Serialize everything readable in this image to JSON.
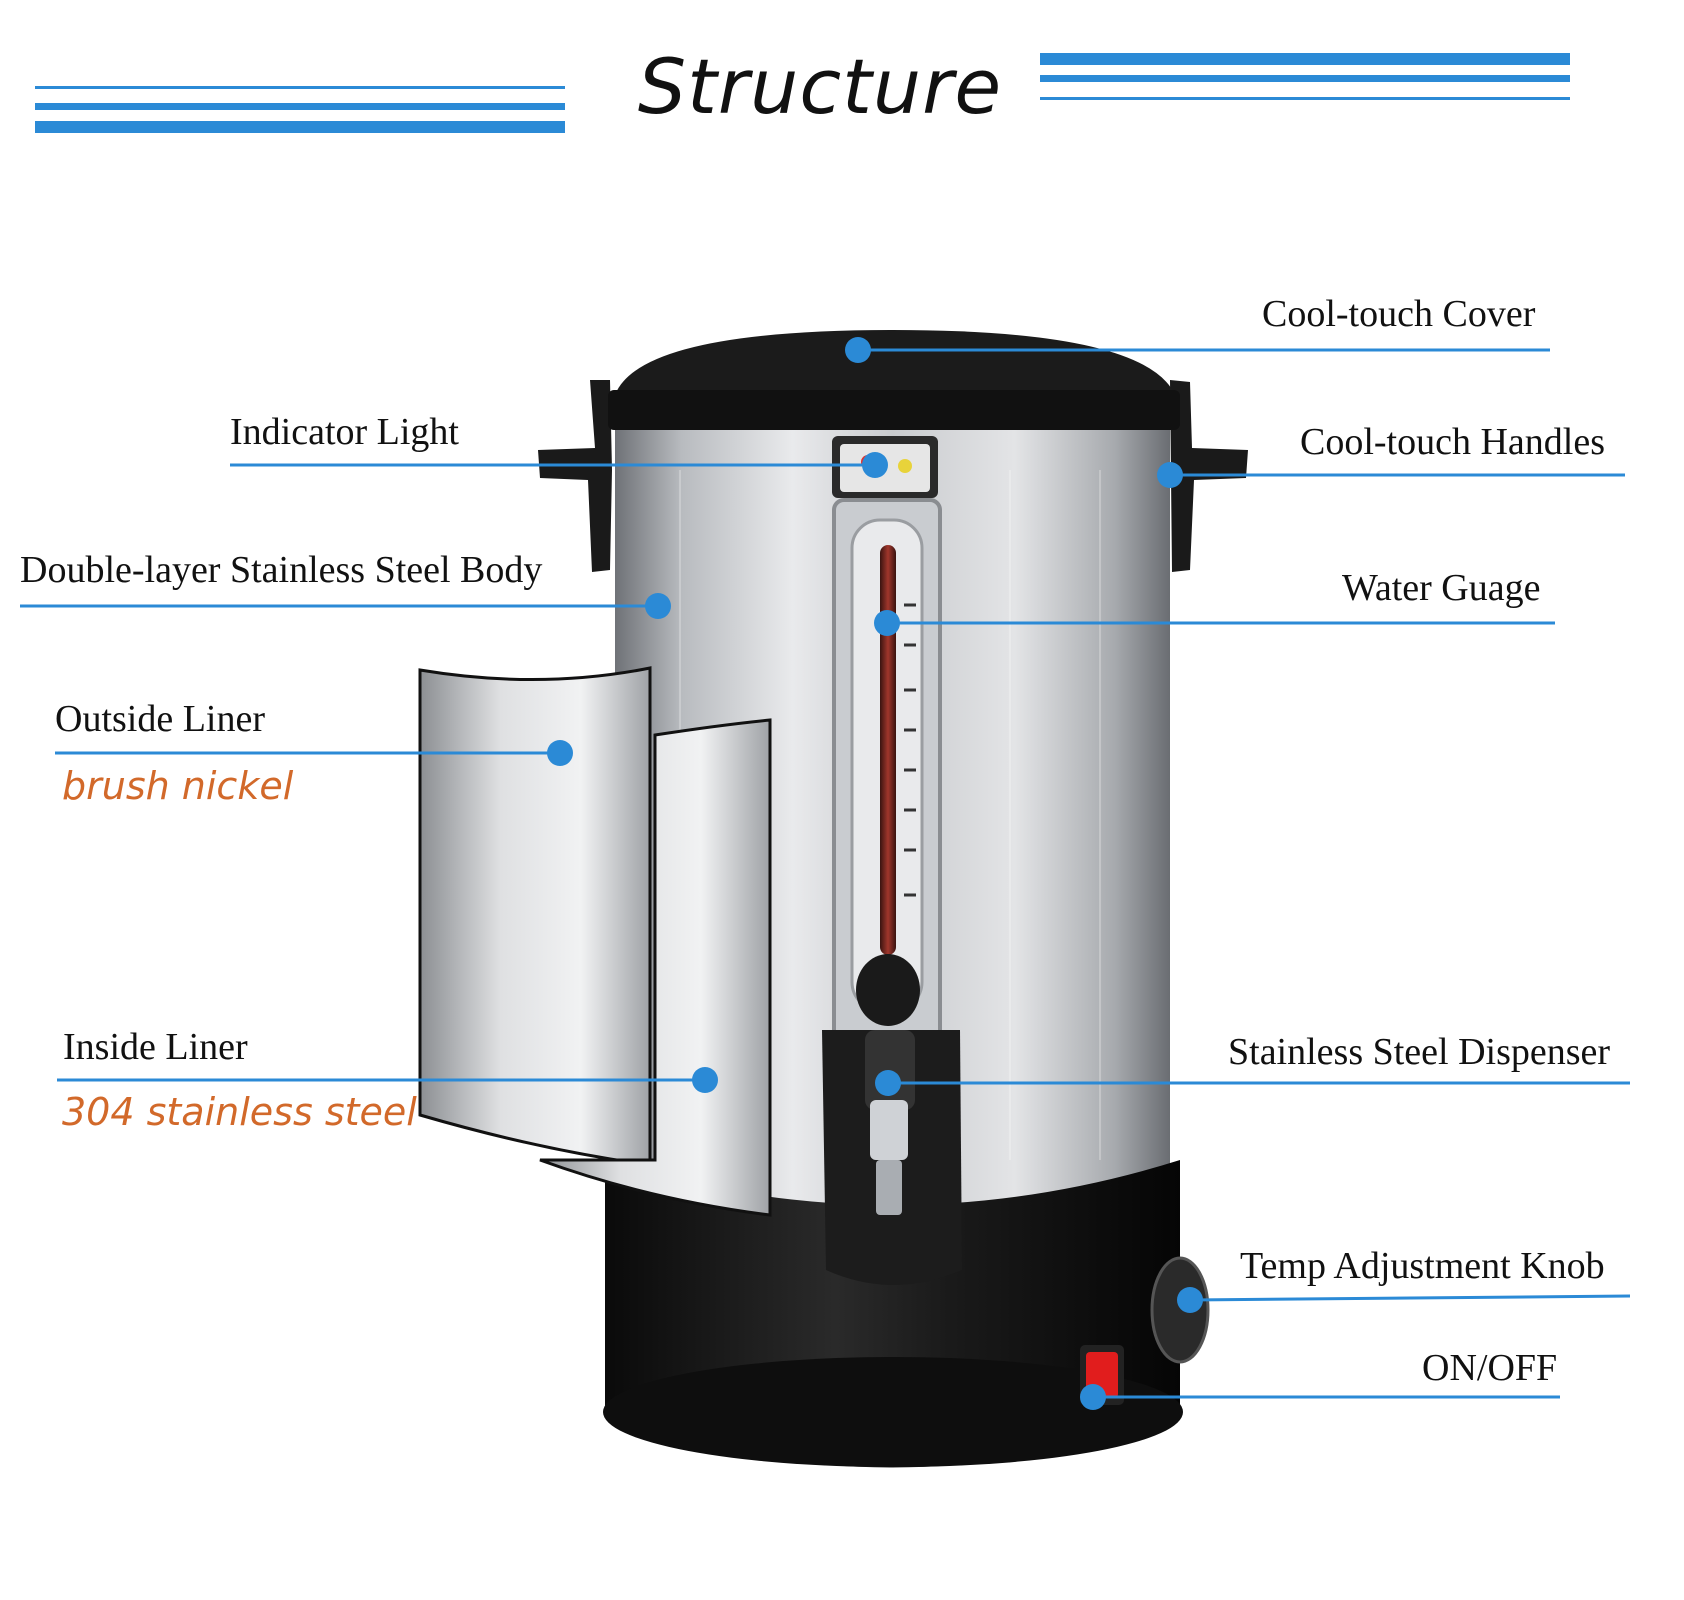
{
  "title": "Structure",
  "colors": {
    "accent": "#2b8ad6",
    "material_note": "#d2692a"
  },
  "labels": {
    "cool_touch_cover": "Cool-touch Cover",
    "indicator_light": "Indicator Light",
    "cool_touch_handles": "Cool-touch Handles",
    "body": "Double-layer Stainless Steel Body",
    "water_gauge": "Water Guage",
    "outside_liner": "Outside Liner",
    "outside_liner_material": "brush nickel",
    "inside_liner": "Inside Liner",
    "inside_liner_material": "304 stainless steel",
    "dispenser": "Stainless Steel Dispenser",
    "temp_knob": "Temp Adjustment Knob",
    "on_off": "ON/OFF"
  }
}
